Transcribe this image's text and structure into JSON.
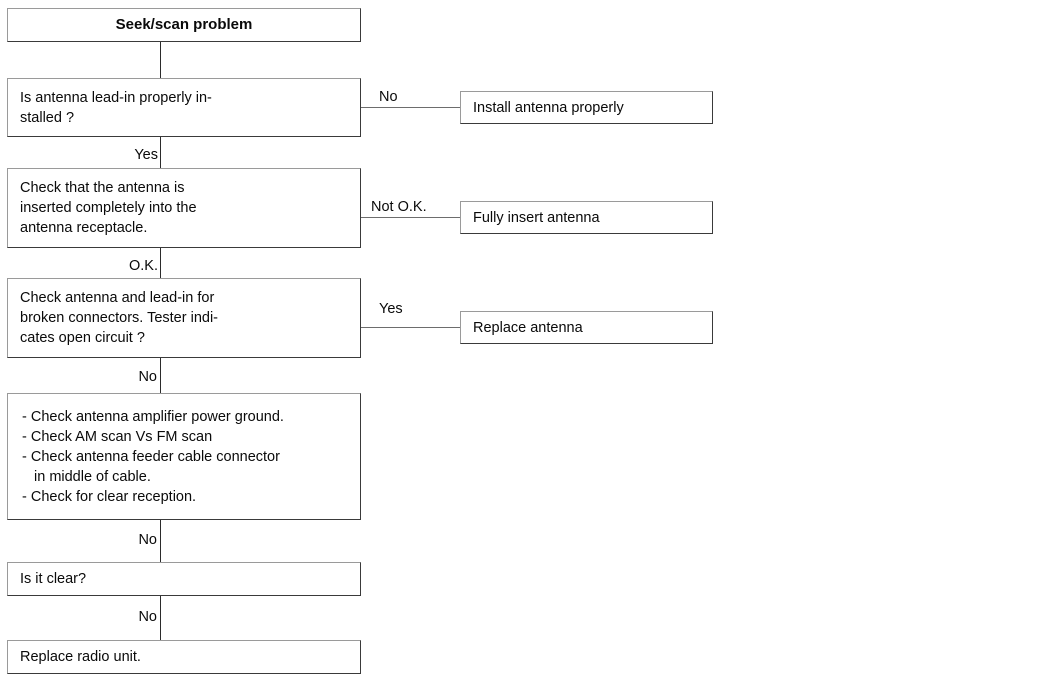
{
  "diagram": {
    "title": "Seek/scan problem",
    "type": "troubleshooting-flowchart",
    "nodes": [
      {
        "id": "start",
        "label": "Seek/scan problem"
      },
      {
        "id": "q-leadin",
        "line1": "Is antenna lead-in properly in-",
        "line2": "stalled ?"
      },
      {
        "id": "q-inserted",
        "line1": "Check that the antenna is",
        "line2": "inserted completely into the",
        "line3": "antenna receptacle."
      },
      {
        "id": "q-broken",
        "line1": "Check antenna and lead-in for",
        "line2": "broken connectors. Tester indi-",
        "line3": "cates open circuit ?"
      },
      {
        "id": "checklist",
        "line1": "- Check antenna amplifier power ground.",
        "line2": "- Check AM scan Vs FM scan",
        "line3": "- Check antenna feeder cable connector",
        "line4": "in middle of cable.",
        "line5": "- Check for clear reception."
      },
      {
        "id": "q-clear",
        "label": "Is it clear?"
      },
      {
        "id": "replace-radio",
        "label": "Replace radio unit."
      }
    ],
    "outcomes": [
      {
        "id": "install-antenna",
        "label": "Install antenna properly"
      },
      {
        "id": "fully-insert",
        "label": "Fully insert antenna"
      },
      {
        "id": "replace-antenna",
        "label": "Replace antenna"
      }
    ],
    "edge_labels": {
      "leadin_no": "No",
      "leadin_yes": "Yes",
      "inserted_notok": "Not O.K.",
      "inserted_ok": "O.K.",
      "broken_yes": "Yes",
      "broken_no": "No",
      "checklist_no": "No",
      "clear_no": "No"
    },
    "colors": {
      "background": "#ffffff",
      "box_border": "#9a9a9a",
      "box_shadow_border": "#3a3a3a",
      "connector": "#6d6d6d",
      "text": "#0a0a0a"
    }
  }
}
